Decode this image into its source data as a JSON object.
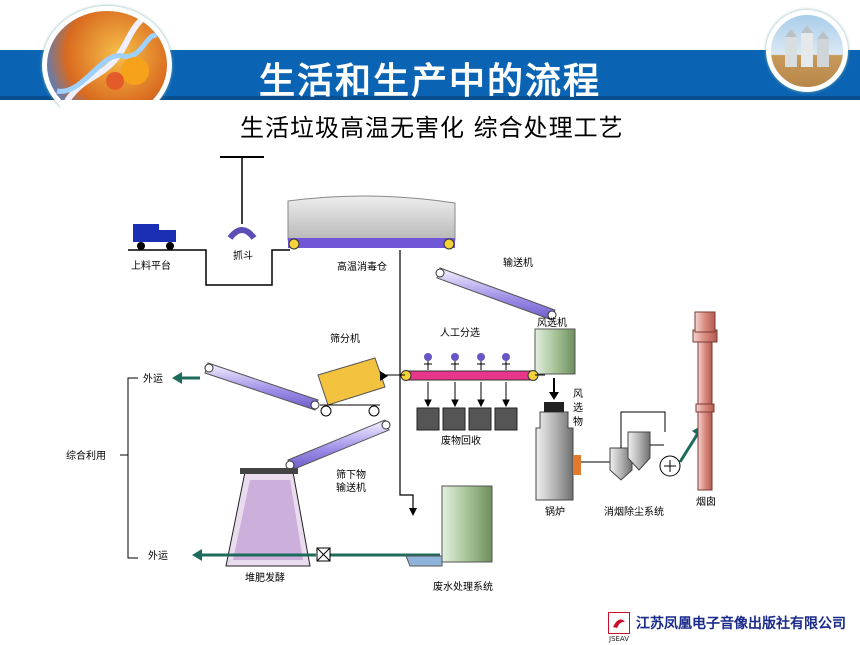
{
  "slide": {
    "title": "生活和生产中的流程",
    "subtitle": "生活垃圾高温无害化 综合处理工艺",
    "colors": {
      "banner": "#0b63b3",
      "title_text": "#ffffff"
    }
  },
  "diagram": {
    "labels": {
      "loading_platform": "上料平台",
      "grab_bucket": "抓斗",
      "disinfection_bin": "高温消毒仓",
      "conveyor": "输送机",
      "manual_sorting": "人工分选",
      "screener": "筛分机",
      "air_separator": "风选机",
      "air_sorted_1": "风",
      "air_sorted_2": "选",
      "air_sorted_3": "物",
      "waste_recycling": "废物回收",
      "boiler": "锅炉",
      "dust_removal": "消烟除尘系统",
      "chimney": "烟囱",
      "undersize_conveyor_1": "筛下物",
      "undersize_conveyor_2": "输送机",
      "compost": "堆肥发酵",
      "wastewater": "废水处理系统",
      "comprehensive_use": "综合利用",
      "export_top": "外运",
      "export_bottom": "外运"
    }
  },
  "footer": {
    "publisher": "江苏凤凰电子音像出版社有限公司",
    "logo_text": "JSEAV"
  }
}
